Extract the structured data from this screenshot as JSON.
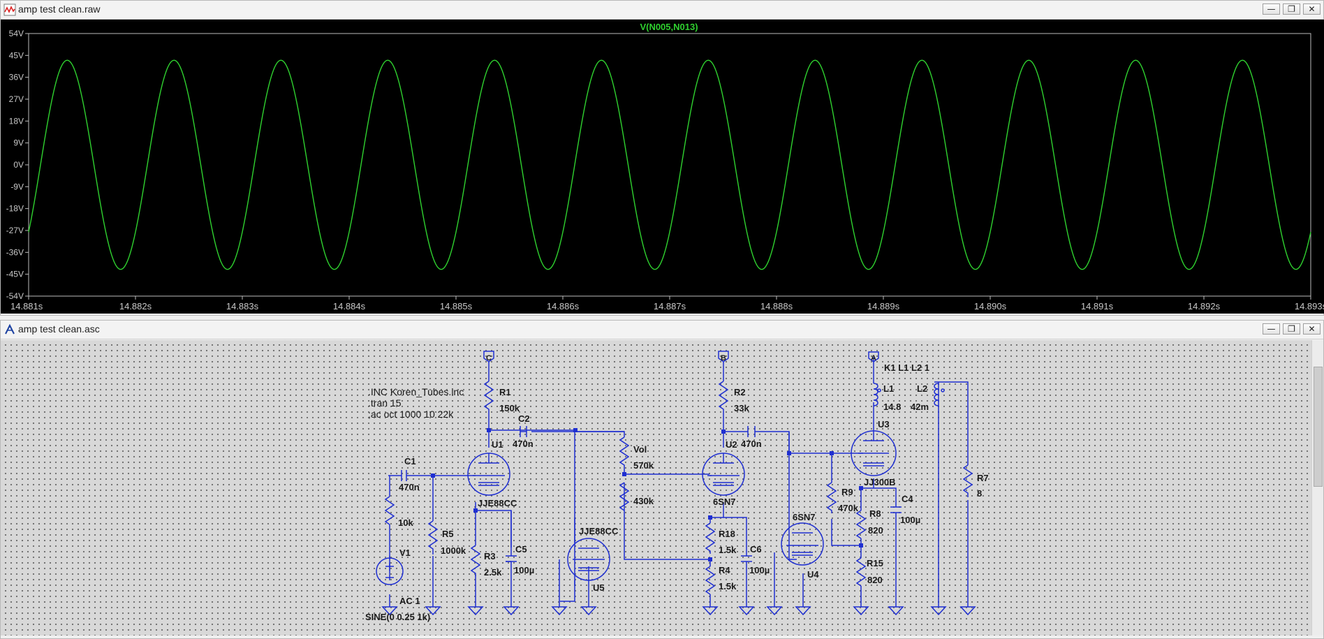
{
  "plot_window": {
    "title": "amp test clean.raw",
    "buttons": {
      "minimize": "—",
      "restore": "❐",
      "close": "✕"
    },
    "trace_label": "V(N005,N013)",
    "trace_color": "#2fd12f",
    "y_ticks": [
      "54V",
      "45V",
      "36V",
      "27V",
      "18V",
      "9V",
      "0V",
      "-9V",
      "-18V",
      "-27V",
      "-36V",
      "-45V",
      "-54V"
    ],
    "x_ticks": [
      "14.881s",
      "14.882s",
      "14.883s",
      "14.884s",
      "14.885s",
      "14.886s",
      "14.887s",
      "14.888s",
      "14.889s",
      "14.890s",
      "14.891s",
      "14.892s",
      "14.893s"
    ]
  },
  "chart_data": {
    "type": "line",
    "title": "V(N005,N013)",
    "xlabel": "",
    "ylabel": "",
    "xlim": [
      14.881,
      14.893
    ],
    "ylim": [
      -54,
      54
    ],
    "grid": false,
    "series": [
      {
        "name": "V(N005,N013)",
        "waveform": "sine",
        "frequency_hz": 1000,
        "amplitude": 43,
        "offset": 0,
        "phase_deg": -40
      }
    ]
  },
  "schematic_window": {
    "title": "amp test clean.asc",
    "buttons": {
      "minimize": "—",
      "restore": "❐",
      "close": "✕"
    },
    "directives": [
      ".INC Koren_Tubes.inc",
      ".tran 15",
      ";ac oct 1000 10 22k"
    ],
    "k_directive": "K1 L1 L2 1",
    "labels": {
      "ports": {
        "c": "C",
        "b": "B",
        "a": "A"
      },
      "r1": "R1",
      "r1_val": "150k",
      "c2": "C2",
      "c2_val": "470n",
      "u1": "U1",
      "u1_model": "JJE88CC",
      "c1": "C1",
      "c1_val": "470n",
      "rin_val": "10k",
      "r5": "R5",
      "r5_val": "1000k",
      "v1": "V1",
      "v1_ac": "AC 1",
      "v1_sine": "SINE(0 0.25 1k)",
      "r3": "R3",
      "r3_val": "2.5k",
      "c5": "C5",
      "c5_val": "100µ",
      "u5": "U5",
      "u5_model": "JJE88CC",
      "vol": "Vol",
      "vol_top": "570k",
      "vol_bot": "430k",
      "r2": "R2",
      "r2_val": "33k",
      "c3_val": "470n",
      "u2": "U2",
      "u2_model": "6SN7",
      "r18": "R18",
      "r18_val": "1.5k",
      "r4": "R4",
      "r4_val": "1.5k",
      "c6": "C6",
      "c6_val": "100µ",
      "u4": "U4",
      "u4_model": "6SN7",
      "r9": "R9",
      "r9_val": "470k",
      "u3": "U3",
      "u3_model": "JJ300B",
      "l1": "L1",
      "l1_val": "14.8",
      "l2": "L2",
      "l2_val": "42m",
      "r8": "R8",
      "r8_val": "820",
      "c4": "C4",
      "c4_val": "100µ",
      "r15": "R15",
      "r15_val": "820",
      "r7": "R7",
      "r7_val": "8"
    }
  }
}
